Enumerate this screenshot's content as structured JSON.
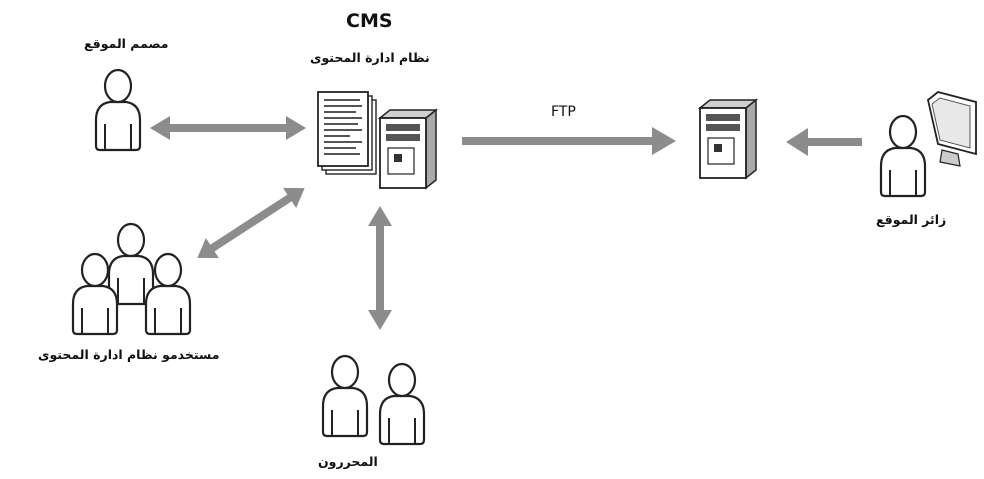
{
  "cms": {
    "title": "CMS",
    "subtitle": "نظام ادارة المحتوى"
  },
  "labels": {
    "designer": "مصمم الموقع",
    "cms_users": "مستخدمو نظام ادارة المحتوى",
    "editors": "المحررون",
    "visitor": "زائر الموقع",
    "ftp": "FTP"
  },
  "colors": {
    "arrow": "#8c8c8c",
    "outline": "#222222"
  }
}
